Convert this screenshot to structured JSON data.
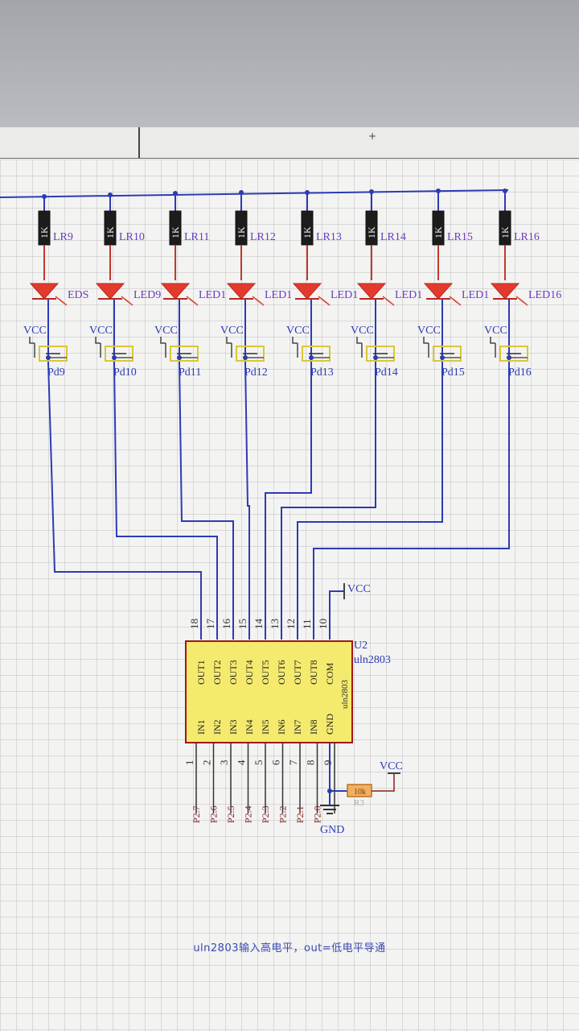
{
  "window": {
    "tab_mark": "+"
  },
  "resistor_value": "1K",
  "resistors": [
    "LR9",
    "LR10",
    "LR11",
    "LR12",
    "LR13",
    "LR14",
    "LR15",
    "LR16"
  ],
  "leds": [
    "EDS",
    "LED9",
    "LED1",
    "LED1",
    "LED1",
    "LED1",
    "LED1",
    "LED16"
  ],
  "vcc_labels": [
    "VCC",
    "VCC",
    "VCC",
    "VCC",
    "VCC",
    "VCC",
    "VCC",
    "VCC"
  ],
  "pads": [
    "Pd9",
    "Pd10",
    "Pd11",
    "Pd12",
    "Pd13",
    "Pd14",
    "Pd15",
    "Pd16"
  ],
  "chip": {
    "designator": "U2",
    "part": "uln2803",
    "body_text": "uln2803",
    "out_pins": [
      "OUT1",
      "OUT2",
      "OUT3",
      "OUT4",
      "OUT5",
      "OUT6",
      "OUT7",
      "OUT8",
      "COM"
    ],
    "out_pin_numbers": [
      "18",
      "17",
      "16",
      "15",
      "14",
      "13",
      "12",
      "11",
      "10"
    ],
    "in_pins": [
      "IN1",
      "IN2",
      "IN3",
      "IN4",
      "IN5",
      "IN6",
      "IN7",
      "IN8",
      "GND"
    ],
    "in_pin_numbers": [
      "1",
      "2",
      "3",
      "4",
      "5",
      "6",
      "7",
      "8",
      "9"
    ],
    "com_net": "VCC"
  },
  "input_nets": [
    "P2.7",
    "P2.6",
    "P2.5",
    "P2.4",
    "P2.3",
    "P2.2",
    "P2.1",
    "P2.0"
  ],
  "bottom": {
    "vcc": "VCC",
    "gnd": "GND",
    "resistor": "10k",
    "resistor_label": "R3"
  },
  "footnote": "uln2803输入高电平，out=低电平导通"
}
